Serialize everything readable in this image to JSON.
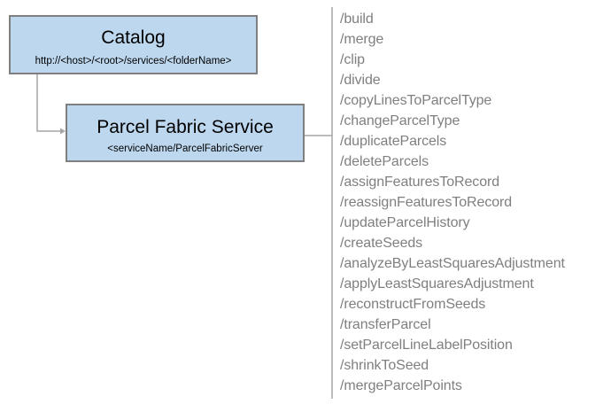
{
  "catalog": {
    "title": "Catalog",
    "url": "http://<host>/<root>/services/<folderName>"
  },
  "service": {
    "title": "Parcel Fabric Service",
    "url": "<serviceName/ParcelFabricServer"
  },
  "operations": [
    "/build",
    "/merge",
    "/clip",
    "/divide",
    "/copyLinesToParcelType",
    "/changeParcelType",
    "/duplicateParcels",
    "/deleteParcels",
    "/assignFeaturesToRecord",
    "/reassignFeaturesToRecord",
    "/updateParcelHistory",
    "/createSeeds",
    "/analyzeByLeastSquaresAdjustment",
    "/applyLeastSquaresAdjustment",
    "/reconstructFromSeeds",
    "/transferParcel",
    "/setParcelLineLabelPosition",
    "/shrinkToSeed",
    "/mergeParcelPoints"
  ],
  "colors": {
    "box_fill": "#bdd7ee",
    "box_border": "#7f7f7f",
    "operation_text": "#7f7f7f",
    "connector": "#a6a6a6"
  }
}
